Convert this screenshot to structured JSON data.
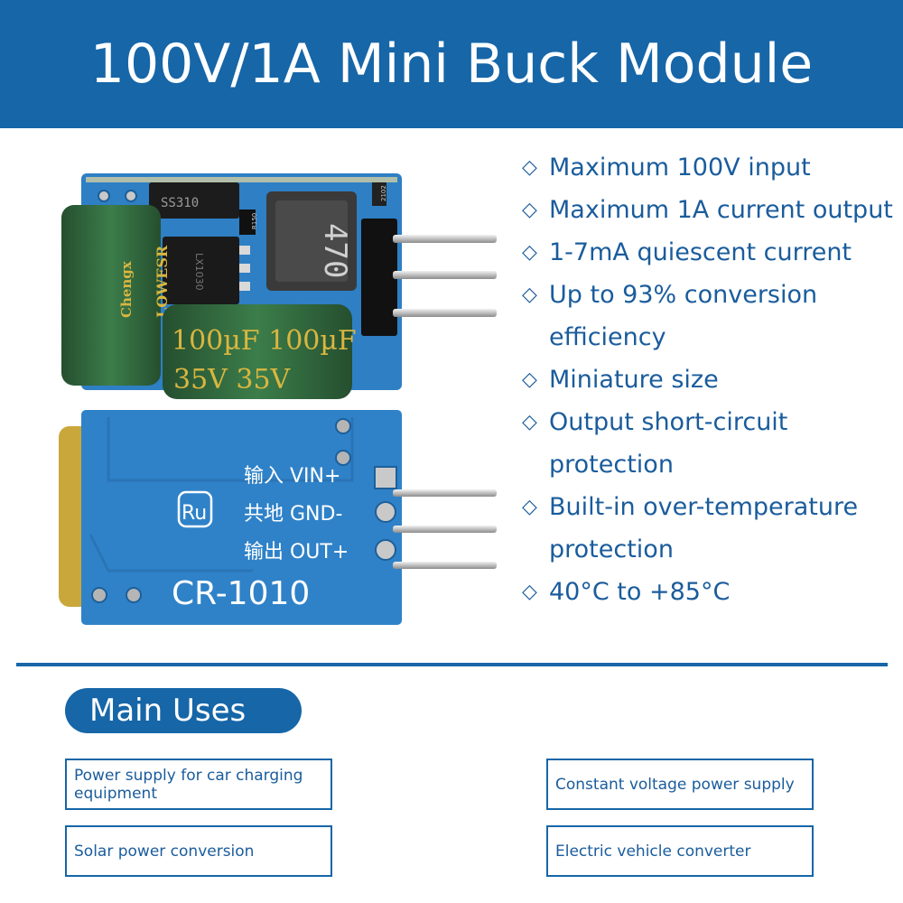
{
  "title": "100V/1A Mini Buck Module",
  "features": [
    "Maximum 100V input",
    "Maximum 1A current output",
    "1-7mA quiescent current",
    "Up to 93% conversion efficiency",
    "Miniature size",
    "Output short-circuit protection",
    "Built-in over-temperature protection",
    "40°C to +85°C"
  ],
  "bullet_glyph": "◇",
  "main_uses": {
    "label": "Main Uses",
    "items": [
      "Power supply for car charging equipment",
      "Constant voltage power supply",
      "Solar power conversion",
      "Electric vehicle converter"
    ]
  },
  "photo": {
    "top_board": {
      "diode_marking": "SS310",
      "inductor_marking": "470",
      "chip_marking": "LX1030",
      "resistor_marking_1": "R150",
      "resistor_marking_2": "2102",
      "cap_large_text_1": "100µF 100µF",
      "cap_large_text_2": "35V 35V",
      "cap_side_brand": "Chengx",
      "cap_side_text": "LOWESR"
    },
    "bottom_board": {
      "pin_vin": "输入  VIN+",
      "pin_gnd": "共地  GND-",
      "pin_out": "输出  OUT+",
      "logo": "Ru",
      "model": "CR-1010"
    }
  },
  "colors": {
    "brand_blue": "#1666a8",
    "text_blue": "#1a5c9c",
    "pcb_blue": "#2e7fc4",
    "capacitor_green": "#2f6a3c",
    "capacitor_text": "#d9b640"
  }
}
